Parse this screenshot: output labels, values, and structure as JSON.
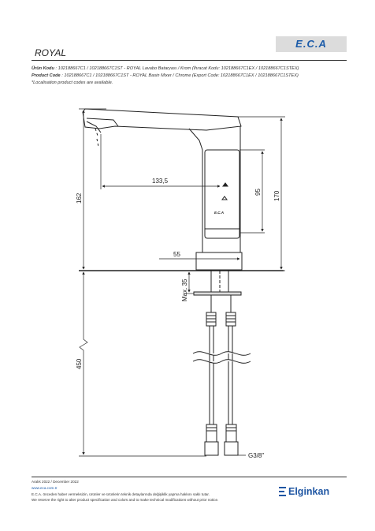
{
  "header": {
    "logo_text": "E.C.A",
    "title": "ROYAL"
  },
  "product": {
    "tr_label": "Ürün Kodu",
    "tr_value": ": 102188667C1 / 102188667C1ST - ROYAL Lavabo Bataryası / Krom (İhracat Kodu: 102188667C1EX / 102188667C1STEX)",
    "en_label": "Product Code",
    "en_value": ": 102188667C1 / 102188667C1ST - ROYAL Basin Mixer / Chrome (Export Code: 102188667C1EX / 102188667C1STEX)",
    "note": "*Localisation product codes are available."
  },
  "drawing": {
    "dim_133_5": "133,5",
    "dim_162": "162",
    "dim_95": "95",
    "dim_170": "170",
    "dim_55": "55",
    "dim_max35": "Max. 35",
    "dim_450": "450",
    "dim_thread": "G3/8\"",
    "faucet_logo": "E.C.A"
  },
  "footer": {
    "date": "Aralık 2022 / December 2022",
    "url": "www.eca.com.tr",
    "disclaimer_tr": "E.C.A. önceden haber vermeksizin, ürünler ve ürünlerin teknik detaylarında değişiklik yapma hakkını saklı tutar.",
    "disclaimer_en": "We reserve the right to alter product specification and colors and to make technical modifications without prior notice.",
    "brand": "Elginkan"
  },
  "colors": {
    "eca_blue": "#1a5aa8",
    "brand_blue": "#1f56a3"
  }
}
